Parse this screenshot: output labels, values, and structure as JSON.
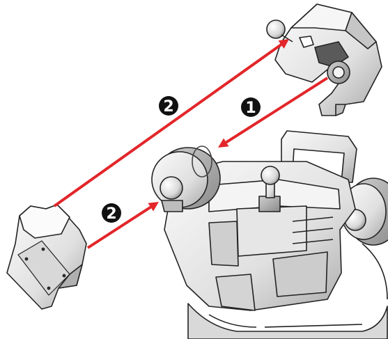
{
  "diagram": {
    "steps": [
      {
        "number": "1",
        "action": "attach-part"
      },
      {
        "number": "2",
        "action": "attach-part"
      },
      {
        "number": "2",
        "action": "attach-part"
      }
    ],
    "colors": {
      "arrow": "#e2262a",
      "marker": "#111111",
      "part_fill": "#eeeeee",
      "part_shade": "#bdbdbd",
      "outline": "#222222"
    }
  }
}
